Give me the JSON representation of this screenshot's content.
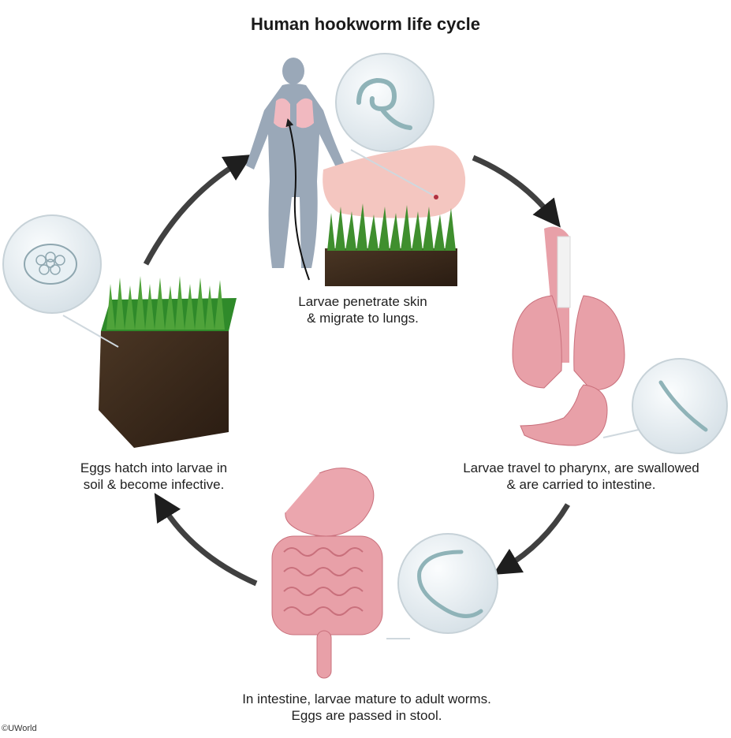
{
  "title": "Human hookworm life cycle",
  "stages": [
    {
      "id": "skin",
      "line1": "Larvae penetrate skin",
      "line2": "& migrate to lungs."
    },
    {
      "id": "pharynx",
      "line1": "Larvae travel to pharynx, are swallowed",
      "line2": "& are carried to intestine."
    },
    {
      "id": "intestine",
      "line1": "In intestine, larvae mature to adult worms.",
      "line2": "Eggs are passed in stool."
    },
    {
      "id": "soil",
      "line1": "Eggs hatch into larvae in",
      "line2": "soil & become infective."
    }
  ],
  "copyright": "©UWorld",
  "colors": {
    "arrow": "#1e1e1e",
    "organ": "#e8a0a8",
    "organ_dark": "#c9707c",
    "grass": "#3f8f2e",
    "soil": "#3b2a1c",
    "skin": "#f4c6c0",
    "body": "#9aa8b8",
    "magnifier": "#e7eef2"
  },
  "icons": [
    "human-body-icon",
    "foot-icon",
    "lungs-icon",
    "stomach-icon",
    "intestine-icon",
    "soil-block-icon",
    "magnifier-larva-icon",
    "magnifier-egg-icon",
    "magnifier-worm-icon"
  ]
}
